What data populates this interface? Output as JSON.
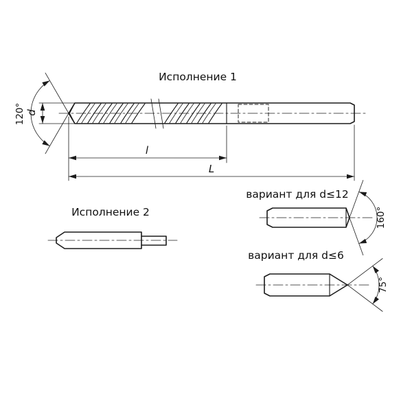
{
  "canvas": {
    "background": "#ffffff",
    "line_color": "#1b1b1b"
  },
  "views": {
    "view1": {
      "title": "Исполнение 1",
      "point_angle_label": "120°",
      "diameter_label": "d",
      "flute_length_label": "l",
      "overall_length_label": "L"
    },
    "view2": {
      "title": "Исполнение 2"
    },
    "variant_d12": {
      "title": "вариант для d≤12",
      "tip_angle_label": "160°"
    },
    "variant_d6": {
      "title": "вариант для d≤6",
      "tip_angle_label": "75°"
    }
  }
}
